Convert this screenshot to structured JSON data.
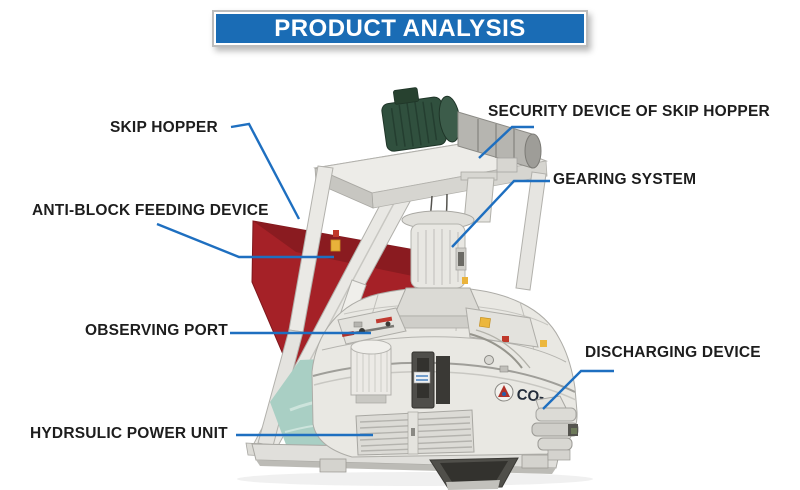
{
  "banner": {
    "title": "PRODUCT ANALYSIS"
  },
  "callouts": [
    {
      "id": "skip-hopper",
      "label": "SKIP HOPPER"
    },
    {
      "id": "security-device-of-skip-hopper",
      "label": "SECURITY DEVICE OF SKIP HOPPER"
    },
    {
      "id": "anti-block-feeding-device",
      "label": "ANTI-BLOCK FEEDING DEVICE"
    },
    {
      "id": "gearing-system",
      "label": "GEARING SYSTEM"
    },
    {
      "id": "observing-port",
      "label": "OBSERVING PORT"
    },
    {
      "id": "discharging-device",
      "label": "DISCHARGING DEVICE"
    },
    {
      "id": "hydraulic-power-unit",
      "label": "HYDRSULIC POWER UNIT"
    }
  ],
  "machine": {
    "brand_text": "CO-"
  },
  "colors": {
    "banner_blue": "#1a6cb5",
    "leader_line_blue": "#1e6fc0",
    "label_text": "#1d1d1d",
    "hopper_red": "#a52127",
    "motor_green": "#30503e",
    "machine_body": "#e9e8e3",
    "base_teal": "#a9cfc4"
  }
}
